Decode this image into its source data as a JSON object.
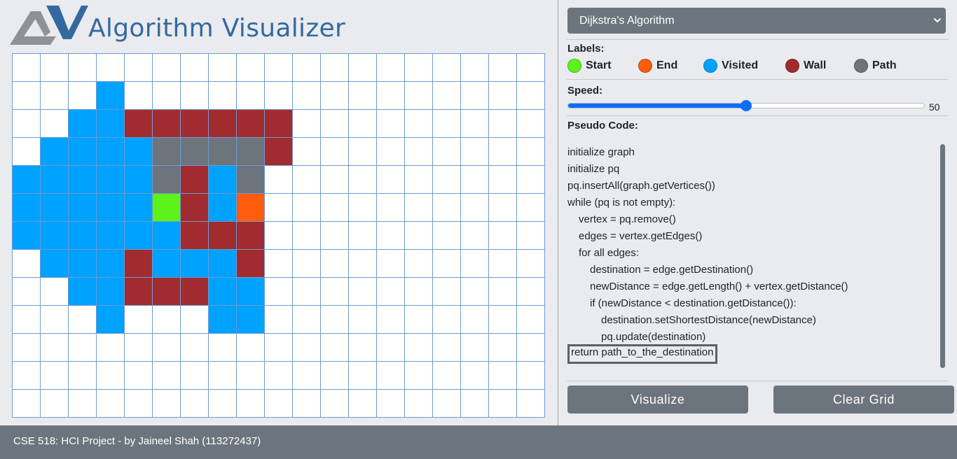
{
  "header": {
    "title": "Algorithm Visualizer",
    "logo_icon": "av-logo-icon"
  },
  "grid": {
    "rows": 13,
    "cols": 19,
    "cells": [
      "...................",
      "...V...............",
      "..VVWWWWWW.........",
      ".VVVVPPPPW.........",
      "VVVVVPWVP..........",
      "VVVVVSWVE..........",
      "VVVVVVWWW..........",
      ".VVVWVVVW..........",
      "..VVWWWVV..........",
      "...V...VV..........",
      "...................",
      "...................",
      "..................."
    ],
    "colors": {
      "empty": "#ffffff",
      "visited": "#00a2ff",
      "wall": "#a12b2e",
      "path": "#6d747c",
      "start": "#5cf31a",
      "end": "#ff5c0b",
      "grid_line": "#6f9ad1"
    }
  },
  "controls": {
    "algorithm": {
      "selected": "Dijkstra's Algorithm",
      "icon": "chevron-down-icon"
    },
    "labels_title": "Labels:",
    "legend": [
      {
        "key": "start",
        "label": "Start",
        "color": "#5cf31a"
      },
      {
        "key": "end",
        "label": "End",
        "color": "#ff5c0b"
      },
      {
        "key": "visited",
        "label": "Visited",
        "color": "#00a2ff"
      },
      {
        "key": "wall",
        "label": "Wall",
        "color": "#a12b2e"
      },
      {
        "key": "path",
        "label": "Path",
        "color": "#6d747c"
      }
    ],
    "speed_title": "Speed:",
    "speed": {
      "value": 50,
      "min": 0,
      "max": 100,
      "display": "50"
    },
    "pseudo_title": "Pseudo Code:",
    "pseudo_code": [
      {
        "text": "initialize graph",
        "indent": 0
      },
      {
        "text": "initialize pq",
        "indent": 0
      },
      {
        "text": "pq.insertAll(graph.getVertices())",
        "indent": 0
      },
      {
        "text": "while (pq is not empty):",
        "indent": 0
      },
      {
        "text": "vertex = pq.remove()",
        "indent": 1
      },
      {
        "text": "edges = vertex.getEdges()",
        "indent": 1
      },
      {
        "text": "for all edges:",
        "indent": 1
      },
      {
        "text": "destination = edge.getDestination()",
        "indent": 2
      },
      {
        "text": "newDistance = edge.getLength() + vertex.getDistance()",
        "indent": 2
      },
      {
        "text": "if (newDistance < destination.getDistance()):",
        "indent": 2
      },
      {
        "text": "destination.setShortestDistance(newDistance)",
        "indent": 3
      },
      {
        "text": "pq.update(destination)",
        "indent": 3
      },
      {
        "text": "return path_to_the_destination",
        "indent": 0,
        "active": true
      }
    ],
    "visualize_label": "Visualize",
    "clear_label": "Clear Grid"
  },
  "footer": {
    "text": "CSE 518: HCI Project - by Jaineel Shah (113272437)"
  }
}
